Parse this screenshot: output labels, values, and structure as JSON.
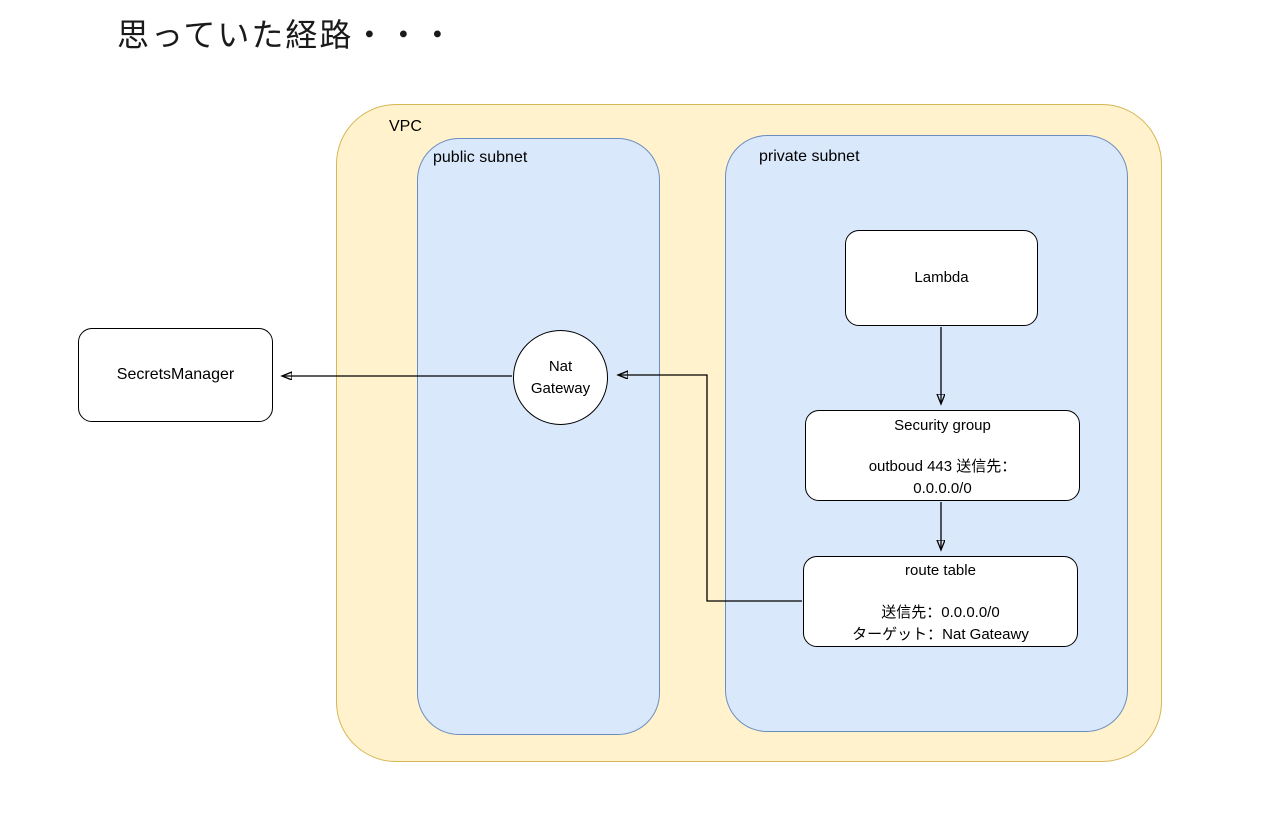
{
  "title": "思っていた経路・・・",
  "diagram": {
    "vpc": {
      "label": "VPC"
    },
    "public_subnet": {
      "label": "public subnet"
    },
    "private_subnet": {
      "label": "private subnet"
    },
    "nodes": {
      "secrets_manager": {
        "label": "SecretsManager"
      },
      "nat_gateway": {
        "line1": "Nat",
        "line2": "Gateway"
      },
      "lambda": {
        "label": "Lambda"
      },
      "security_group": {
        "title": "Security group",
        "line1": "outboud 443 送信先：",
        "line2": "0.0.0.0/0"
      },
      "route_table": {
        "title": "route table",
        "line1": "送信先：0.0.0.0/0",
        "line2": "ターゲット：Nat Gateawy"
      }
    },
    "colors": {
      "vpc_fill": "#FFF2CC",
      "vpc_border": "#D6B656",
      "subnet_fill": "#DAE8FC",
      "subnet_border": "#6C8EBF",
      "node_fill": "#FFFFFF",
      "node_border": "#000000",
      "arrow": "#000000",
      "background": "#FFFFFF"
    },
    "edges": [
      {
        "from": "lambda",
        "to": "security_group"
      },
      {
        "from": "security_group",
        "to": "route_table"
      },
      {
        "from": "route_table",
        "to": "nat_gateway"
      },
      {
        "from": "nat_gateway",
        "to": "secrets_manager"
      }
    ]
  }
}
